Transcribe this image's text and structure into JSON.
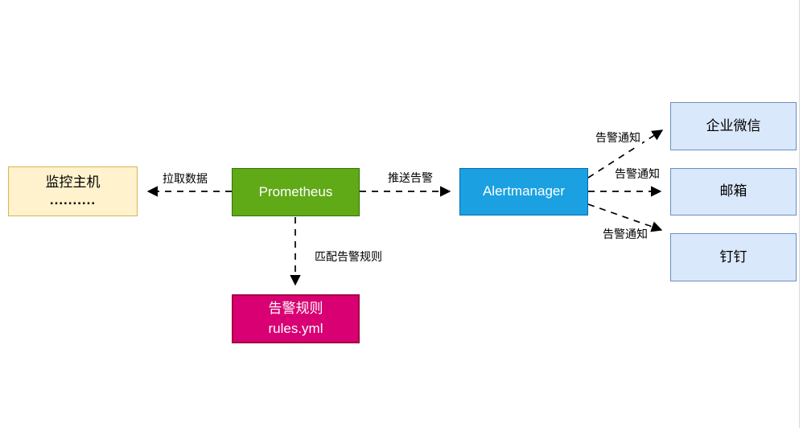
{
  "diagram": {
    "title": "Prometheus alerting flow",
    "colors": {
      "canvas_bg": "#FFFFFF",
      "edge_stroke": "#000000",
      "edge_label_text": "#000000",
      "host_fill": "#FFF2CC",
      "host_border": "#D6B656",
      "prometheus_fill": "#60A917",
      "prometheus_border": "#2D7600",
      "alertmanager_fill": "#1BA1E2",
      "alertmanager_border": "#006EAF",
      "rules_fill": "#D80073",
      "rules_border": "#A50040",
      "channel_fill": "#DAE8FC",
      "channel_border": "#6C8EBF"
    },
    "nodes": {
      "host": {
        "line1": "监控主机",
        "line2": ".........."
      },
      "prometheus": {
        "label": "Prometheus"
      },
      "alertmanager": {
        "label": "Alertmanager"
      },
      "rules": {
        "line1": "告警规则",
        "line2": "rules.yml"
      },
      "wechat": {
        "label": "企业微信"
      },
      "mail": {
        "label": "邮箱"
      },
      "ding": {
        "label": "钉钉"
      }
    },
    "edges": {
      "pull": {
        "label": "拉取数据",
        "from": "prometheus",
        "to": "host"
      },
      "push": {
        "label": "推送告警",
        "from": "prometheus",
        "to": "alertmanager"
      },
      "match": {
        "label": "匹配告警规则",
        "from": "prometheus",
        "to": "rules"
      },
      "notify_wechat": {
        "label": "告警通知",
        "from": "alertmanager",
        "to": "wechat"
      },
      "notify_mail": {
        "label": "告警通知",
        "from": "alertmanager",
        "to": "mail"
      },
      "notify_ding": {
        "label": "告警通知",
        "from": "alertmanager",
        "to": "ding"
      }
    }
  }
}
